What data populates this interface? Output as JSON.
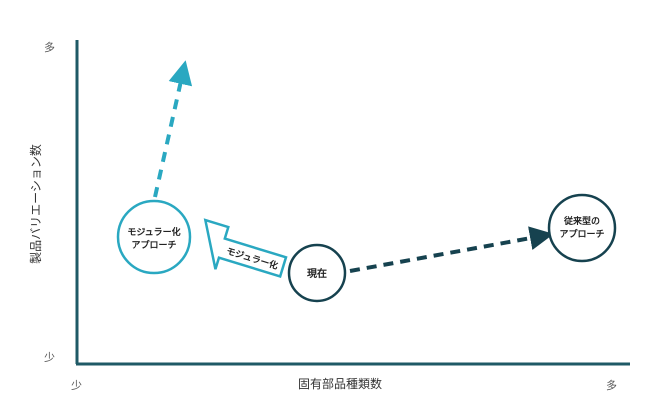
{
  "axes": {
    "y_label": "製品バリエーション数",
    "x_label": "固有部品種類数",
    "y_high": "多",
    "y_low": "少",
    "x_low": "少",
    "x_high": "多"
  },
  "nodes": {
    "modular": {
      "line1": "モジュラー化",
      "line2": "アプローチ"
    },
    "current": {
      "label": "現在"
    },
    "conventional": {
      "line1": "従来型の",
      "line2": "アプローチ"
    }
  },
  "arrow_label": "モジュラー化",
  "colors": {
    "teal": "#2aa8c1",
    "dark_teal": "#16424f",
    "axis": "#1f5a66"
  }
}
